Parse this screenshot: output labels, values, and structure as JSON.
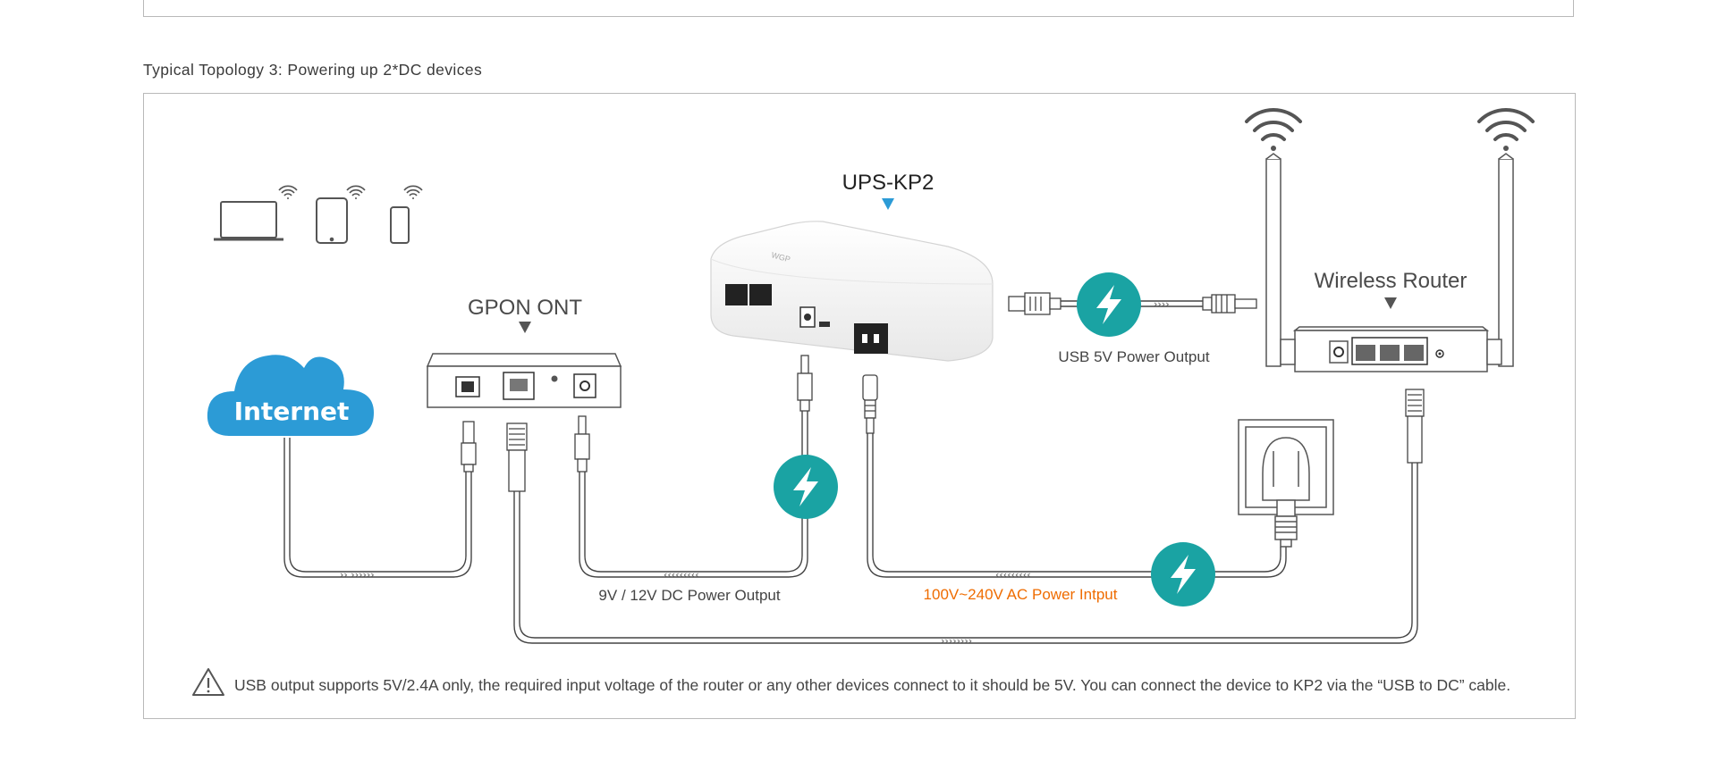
{
  "section_title": "Typical Topology 3: Powering up 2*DC devices",
  "labels": {
    "ups": "UPS-KP2",
    "gpon": "GPON ONT",
    "router": "Wireless Router",
    "internet": "Internet",
    "usb_output": "USB 5V Power Output",
    "dc_output": "9V / 12V DC Power Output",
    "ac_input": "100V~240V AC Power Intput"
  },
  "ups_brand_text": "WGP",
  "note": "USB output supports 5V/2.4A only, the required input voltage of the router or any other devices connect to it should be 5V. You can connect the device to KP2 via the “USB to DC” cable.",
  "flow_markers": {
    "internet": "›› ››››››",
    "dc": "‹‹‹‹‹‹‹‹‹",
    "ac": "‹‹‹‹‹‹‹‹‹",
    "lan": "››››››››",
    "usb": "››››"
  },
  "colors": {
    "teal": "#1aa3a3",
    "cloud": "#2c9bd6",
    "ups_pointer": "#2c9bd6",
    "ac_label": "#ef6c00",
    "line": "#444444",
    "frame": "#b9b9b9"
  },
  "icons": [
    "laptop-icon",
    "tablet-icon",
    "phone-icon",
    "wifi-icon",
    "lightning-icon",
    "warning-icon",
    "power-plug-icon",
    "wall-socket-icon"
  ]
}
